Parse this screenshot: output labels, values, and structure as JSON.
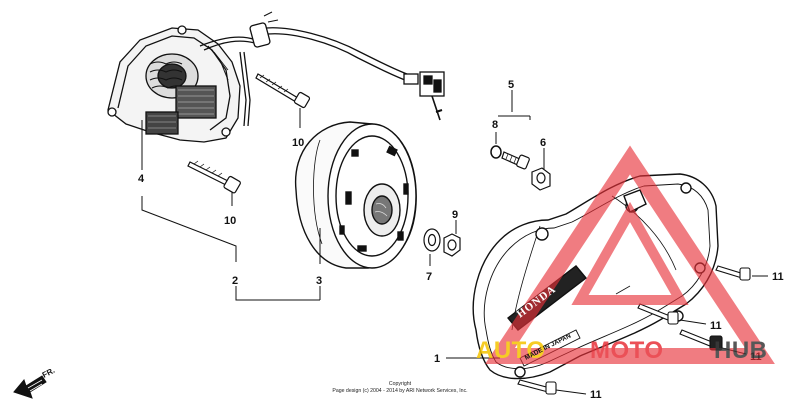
{
  "callouts": [
    {
      "id": "1",
      "label": "1"
    },
    {
      "id": "2",
      "label": "2"
    },
    {
      "id": "3",
      "label": "3"
    },
    {
      "id": "4",
      "label": "4"
    },
    {
      "id": "5",
      "label": "5"
    },
    {
      "id": "6",
      "label": "6"
    },
    {
      "id": "7",
      "label": "7"
    },
    {
      "id": "8",
      "label": "8"
    },
    {
      "id": "9",
      "label": "9"
    },
    {
      "id": "10a",
      "label": "10"
    },
    {
      "id": "10b",
      "label": "10"
    },
    {
      "id": "11a",
      "label": "11"
    },
    {
      "id": "11b",
      "label": "11"
    },
    {
      "id": "11c",
      "label": "11"
    },
    {
      "id": "11d",
      "label": "11"
    }
  ],
  "cover_logo": "HONDA",
  "cover_stamp": "MADE IN JAPAN",
  "direction_label": "FR.",
  "copyright": {
    "line1": "Copyright",
    "line2": "Page design (c) 2004 - 2014 by ARI Network Services, Inc."
  },
  "watermark": {
    "auto": "AUTO",
    "moto": "MOTO",
    "hub": "HUB",
    "colors": {
      "auto": "#f5c400",
      "moto": "#e8323a",
      "hub": "#3a3a3a",
      "triangle": "#e8323a"
    }
  }
}
